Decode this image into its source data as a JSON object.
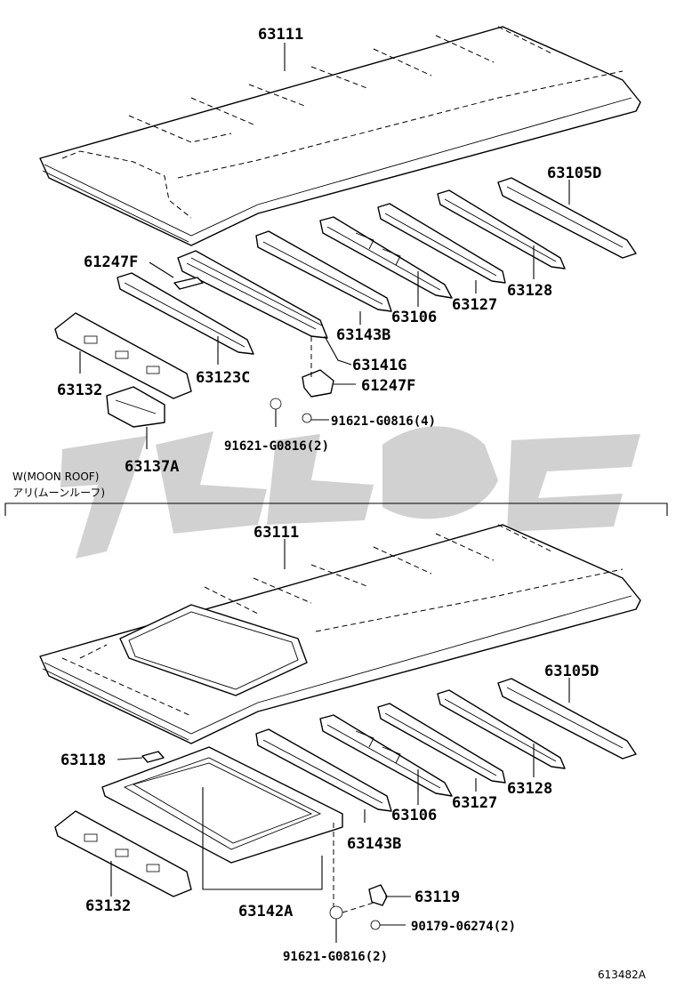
{
  "upper_section": {
    "labels": {
      "roof_panel": "63111",
      "bow_rear": "63105D",
      "bow_d": "63128",
      "bow_c": "63127",
      "bow_b": "63106",
      "bow_a": "63143B",
      "header_front": "63123C",
      "bracket_top": "61247F",
      "reinforcement": "63141G",
      "bracket_right": "61247F",
      "bolt_4": "91621-G0816(4)",
      "bolt_2": "91621-G0816(2)",
      "front_panel": "63132",
      "bracket_lower": "63137A"
    }
  },
  "divider": {
    "line1": "W(MOON ROOF)",
    "line2": "アリ(ムーンルーフ)"
  },
  "lower_section": {
    "labels": {
      "roof_panel": "63111",
      "bow_rear": "63105D",
      "bow_d": "63128",
      "bow_c": "63127",
      "bow_b": "63106",
      "bow_a": "63143B",
      "clip": "63118",
      "front_panel": "63132",
      "frame": "63142A",
      "bracket": "63119",
      "nut": "90179-06274(2)",
      "bolt": "91621-G0816(2)"
    }
  },
  "footer": {
    "diagram_id": "613482A"
  }
}
